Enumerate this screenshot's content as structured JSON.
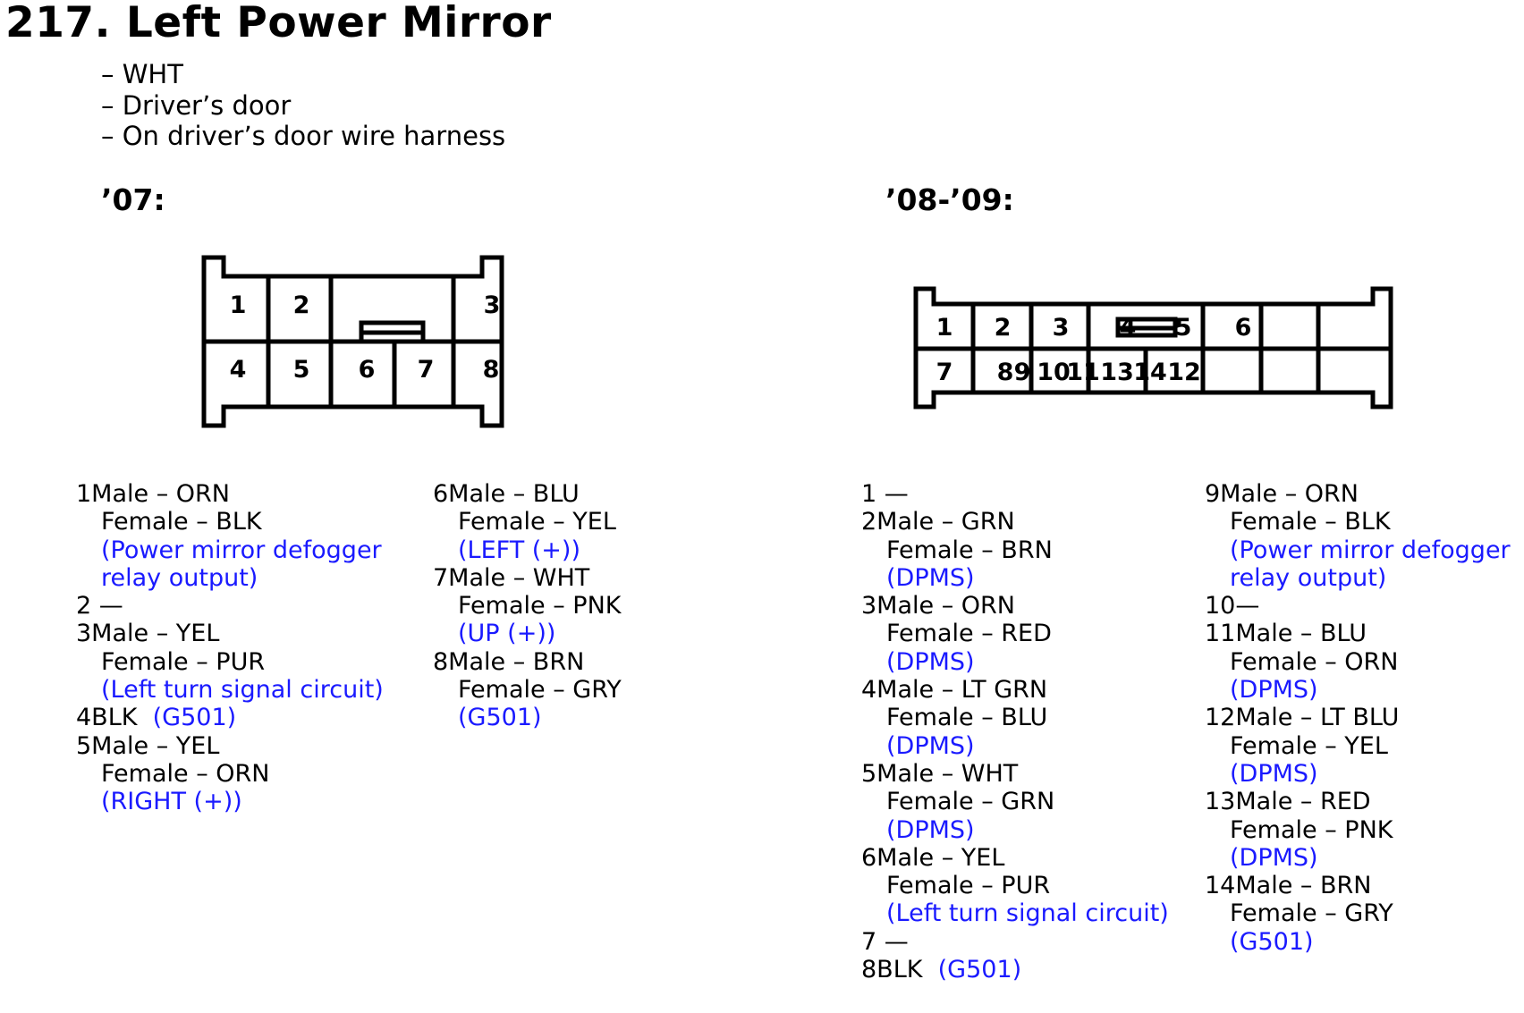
{
  "title": "217. Left Power Mirror",
  "info": [
    "– WHT",
    "– Driver’s door",
    "– On driver’s door wire harness"
  ],
  "colors": {
    "note": "#1a1aff",
    "text": "#000000",
    "outline": "#000000"
  },
  "variant_2007": {
    "label": "’07:",
    "connector_pins": [
      "1",
      "2",
      "3",
      "4",
      "5",
      "6",
      "7",
      "8"
    ],
    "col_left": [
      {
        "line": "1Male – ORN",
        "sub": [
          "Female – BLK"
        ],
        "note": [
          "(Power mirror defogger",
          "relay output)"
        ]
      },
      {
        "line": "2 —",
        "sub": [],
        "note": []
      },
      {
        "line": "3Male – YEL",
        "sub": [
          "Female – PUR"
        ],
        "note": [
          "(Left turn signal circuit)"
        ]
      },
      {
        "line": "4BLK",
        "inline_note": "(G501)",
        "sub": [],
        "note": []
      },
      {
        "line": "5Male – YEL",
        "sub": [
          "Female – ORN"
        ],
        "note": [
          "(RIGHT (+))"
        ]
      }
    ],
    "col_right": [
      {
        "line": "6Male – BLU",
        "sub": [
          "Female – YEL"
        ],
        "note": [
          "(LEFT (+))"
        ]
      },
      {
        "line": "7Male – WHT",
        "sub": [
          "Female – PNK"
        ],
        "note": [
          "(UP (+))"
        ]
      },
      {
        "line": "8Male – BRN",
        "sub": [
          "Female – GRY"
        ],
        "note": [
          "(G501)"
        ]
      }
    ]
  },
  "variant_2008": {
    "label": "’08-’09:",
    "connector_pins": [
      "1",
      "2",
      "3",
      "4",
      "5",
      "6",
      "7",
      "8",
      "9",
      "10",
      "11",
      "13",
      "14",
      "12"
    ],
    "col_left": [
      {
        "line": "1 —",
        "sub": [],
        "note": []
      },
      {
        "line": "2Male – GRN",
        "sub": [
          "Female – BRN"
        ],
        "note": [
          "(DPMS)"
        ]
      },
      {
        "line": "3Male – ORN",
        "sub": [
          "Female – RED"
        ],
        "note": [
          "(DPMS)"
        ]
      },
      {
        "line": "4Male – LT GRN",
        "sub": [
          "Female – BLU"
        ],
        "note": [
          "(DPMS)"
        ]
      },
      {
        "line": "5Male – WHT",
        "sub": [
          "Female – GRN"
        ],
        "note": [
          "(DPMS)"
        ]
      },
      {
        "line": "6Male – YEL",
        "sub": [
          "Female – PUR"
        ],
        "note": [
          "(Left turn signal circuit)"
        ]
      },
      {
        "line": "7 —",
        "sub": [],
        "note": []
      },
      {
        "line": "8BLK",
        "inline_note": "(G501)",
        "sub": [],
        "note": []
      }
    ],
    "col_right": [
      {
        "line": "9Male – ORN",
        "sub": [
          "Female – BLK"
        ],
        "note": [
          "(Power mirror defogger",
          "relay output)"
        ]
      },
      {
        "line": "10—",
        "sub": [],
        "note": []
      },
      {
        "line": "11Male – BLU",
        "sub": [
          "Female – ORN"
        ],
        "note": [
          "(DPMS)"
        ]
      },
      {
        "line": "12Male – LT BLU",
        "sub": [
          "Female – YEL"
        ],
        "note": [
          "(DPMS)"
        ]
      },
      {
        "line": "13Male – RED",
        "sub": [
          "Female – PNK"
        ],
        "note": [
          "(DPMS)"
        ]
      },
      {
        "line": "14Male – BRN",
        "sub": [
          "Female – GRY"
        ],
        "note": [
          "(G501)"
        ]
      }
    ]
  }
}
